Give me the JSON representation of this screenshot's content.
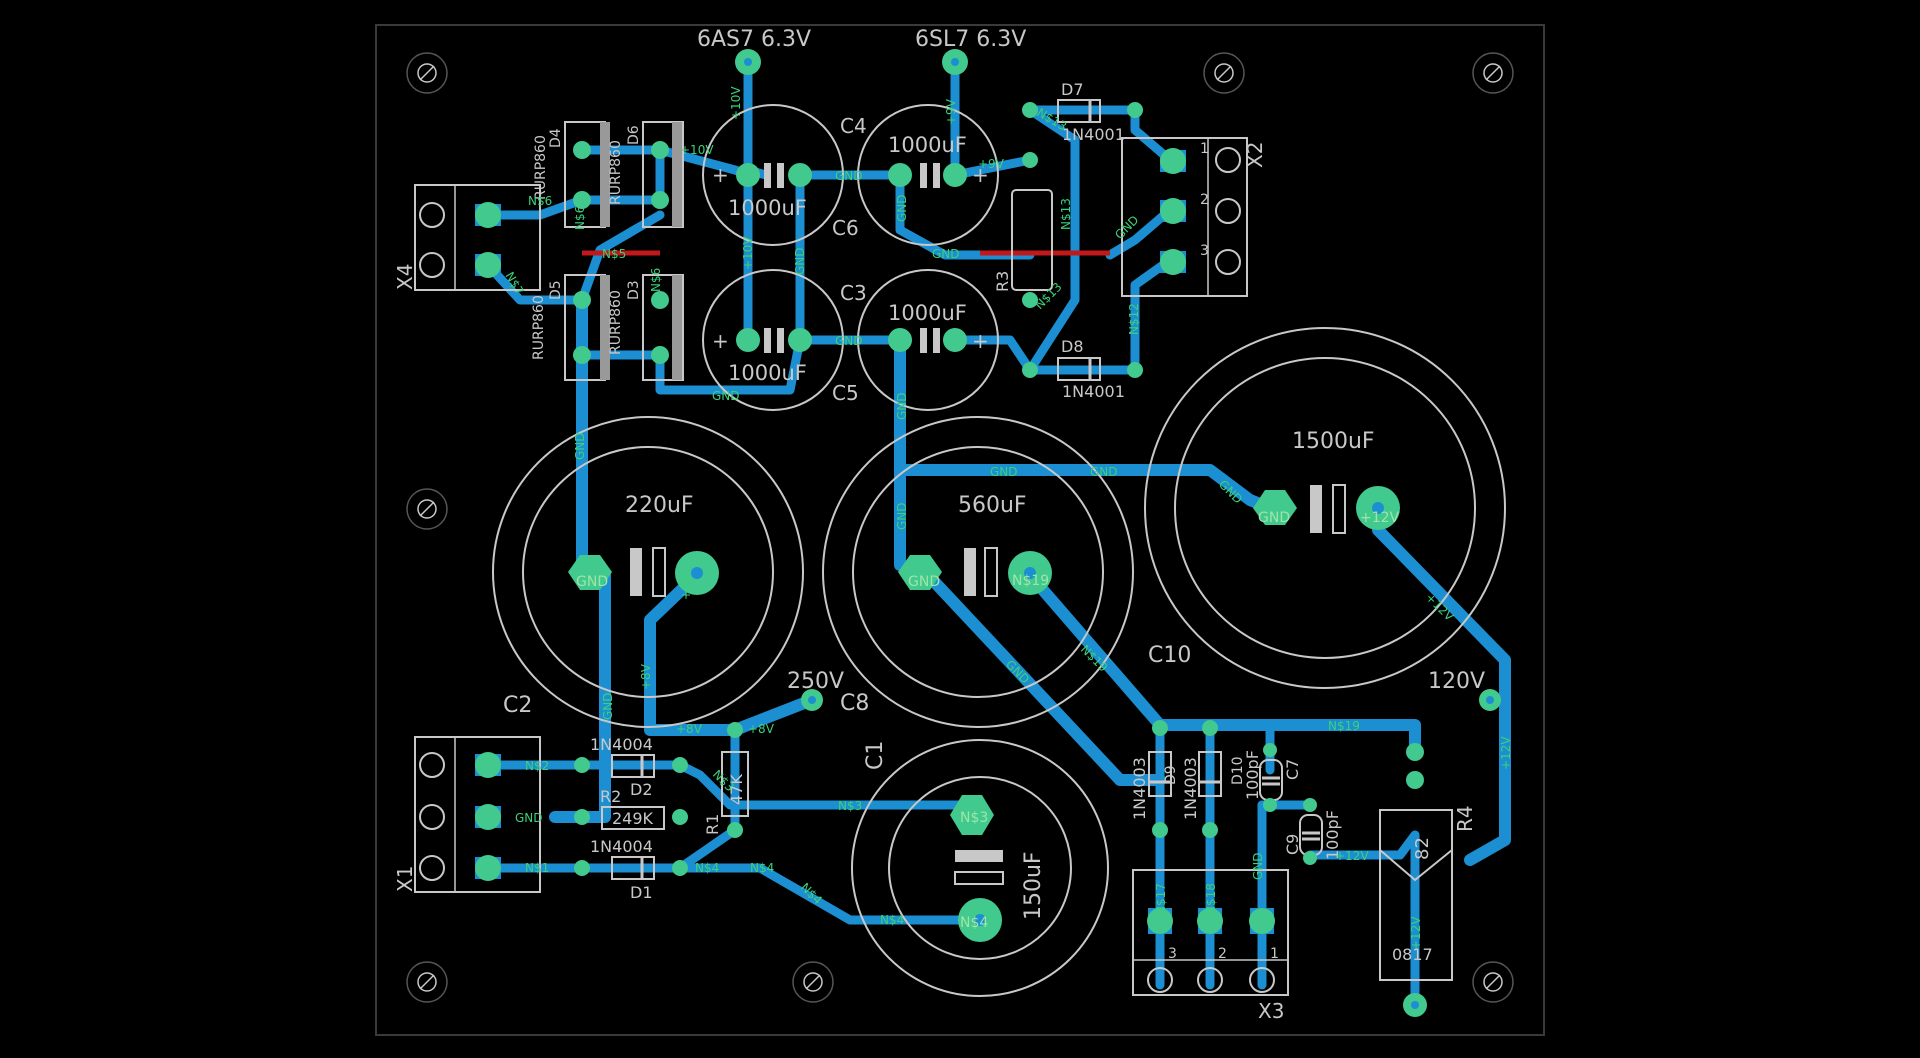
{
  "colors": {
    "trace": "#1b8fd1",
    "pad": "#41c98e",
    "silk": "#c8c8c8",
    "airwire": "#c0181b",
    "netlabel": "#3bd17a",
    "background": "#000000"
  },
  "icons": {
    "mounting_hole": "mounting-hole-icon"
  },
  "text": {
    "t6as7": "6AS7 6.3V",
    "t6sl7": "6SL7 6.3V",
    "c4": "C4",
    "c6": "C6",
    "c3": "C3",
    "c5": "C5",
    "c4val": "1000uF",
    "c6val": "1000uF",
    "c3val": "1000uF",
    "c5val": "1000uF",
    "d7": "D7",
    "d8": "D8",
    "d7val": "1N4001",
    "d8val": "1N4001",
    "x2": "X2",
    "x4": "X4",
    "x1": "X1",
    "x3": "X3",
    "r3": "R3",
    "r1": "R1",
    "r2": "R2",
    "r4": "R4",
    "d4": "D4",
    "d6": "D6",
    "d5": "D5",
    "d3": "D3",
    "rurp1": "RURP860",
    "rurp2": "RURP860",
    "rurp3": "RURP860",
    "rurp4": "RURP860",
    "c2": "C2",
    "c2val": "220uF",
    "c10": "C10",
    "c10val": "560uF",
    "c11val": "1500uF",
    "c8": "C8",
    "c1": "C1",
    "c1val": "150uF",
    "v250": "250V",
    "v120": "120V",
    "d2": "D2",
    "d1": "D1",
    "d2val": "1N4004",
    "d1val": "1N4004",
    "r2val": "249K",
    "r1val": "47K",
    "c7": "C7",
    "c9": "C9",
    "c7val": "100pF",
    "c9val": "100pF",
    "d9": "D9",
    "d10": "D10",
    "d9val": "1N4003",
    "d10val": "1N4003",
    "r4val": "82",
    "r4code": "0817",
    "pin1": "1",
    "pin2": "2",
    "pin3": "3"
  },
  "nets": {
    "p10v": "+10V",
    "p9v": "+9V",
    "p8v": "+8V",
    "p12v": "+12V",
    "gnd": "GND",
    "n6": "N$6",
    "n7": "N$7",
    "n2": "N$2",
    "n1": "N$1",
    "n3": "N$3",
    "n4": "N$4",
    "n5": "N$5",
    "n12": "N$12",
    "n13": "N$13",
    "n17": "N$17",
    "n18": "N$18",
    "n19": "N$19"
  }
}
